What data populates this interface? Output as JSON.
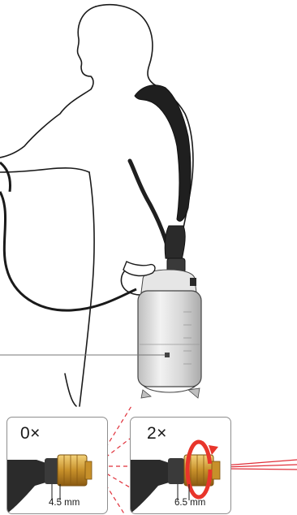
{
  "panels": [
    {
      "multiplier": "0×",
      "measurement": "4.5 mm"
    },
    {
      "multiplier": "2×",
      "measurement": "6.5 mm"
    }
  ],
  "colors": {
    "outline": "#1a1a1a",
    "tank": "#d9d9d9",
    "strap": "#1f1f1f",
    "spray": "#e0303a",
    "brass": "#d4a23a",
    "rotate_arrow": "#e8352b"
  },
  "icons": [
    "rotate-arrow-icon"
  ]
}
